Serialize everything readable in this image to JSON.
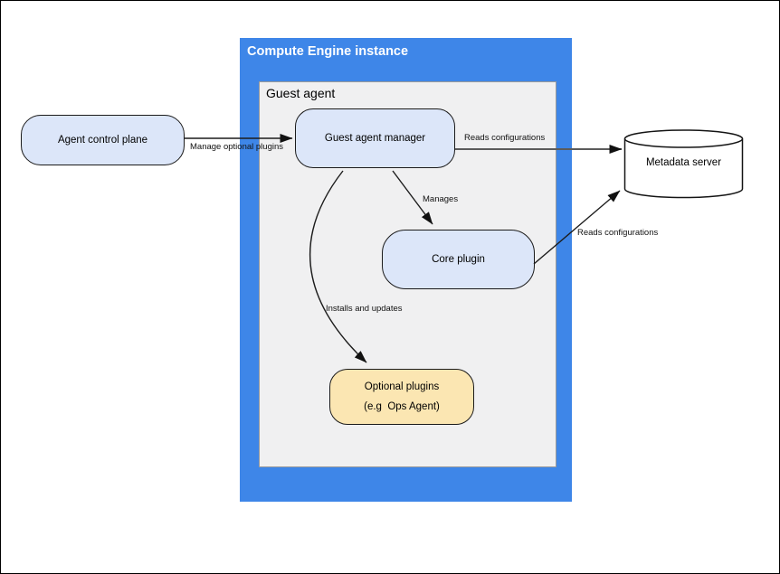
{
  "containers": {
    "compute_engine": {
      "title": "Compute Engine instance"
    },
    "guest_agent": {
      "title": "Guest agent"
    }
  },
  "nodes": {
    "agent_control_plane": {
      "label": "Agent control plane"
    },
    "guest_agent_manager": {
      "label": "Guest agent manager"
    },
    "core_plugin": {
      "label": "Core plugin"
    },
    "optional_plugins": {
      "line1": "Optional plugins",
      "line2": "(e.g  Ops Agent)"
    },
    "metadata_server": {
      "label": "Metadata server"
    }
  },
  "edges": {
    "acp_to_manager": {
      "label": "Manage optional plugins"
    },
    "manager_to_metadata": {
      "label": "Reads configurations"
    },
    "manager_to_core": {
      "label": "Manages"
    },
    "manager_to_optional": {
      "label": "Installs and updates"
    },
    "core_to_metadata": {
      "label": "Reads configurations"
    }
  },
  "colors": {
    "container_blue": "#3e86e8",
    "container_gray_fill": "#f0f0f1",
    "container_gray_border": "#9a9a9a",
    "node_blue_fill": "#dce6f9",
    "node_yellow_fill": "#fbe6b2",
    "node_border": "#1b1b1b",
    "edge_black": "#1c1c1c",
    "edge_gray": "#5b5b5b",
    "title_text": "#ffffff"
  }
}
